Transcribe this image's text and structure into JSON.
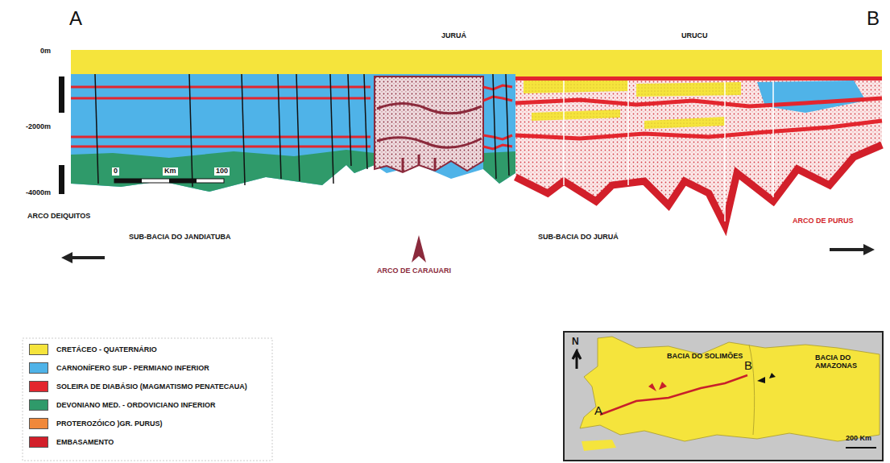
{
  "diagram": {
    "labels": [
      "A",
      "B",
      "0m",
      "-2000m",
      "-4000m",
      "JURUÁ",
      "URUCU",
      "0",
      "Km",
      "100",
      "ARCO DEIQUITOS",
      "ARCO DE CARAUARI",
      "ARCO DE PURUS",
      "SUB-BACIA DO JANDIATUBA",
      "SUB-BACIA DO JURUÁ",
      "N",
      "BACIA DO SOLIMÕES",
      "BACIA DO AMAZONAS",
      "A",
      "B",
      "200 Km"
    ],
    "legend": [
      {
        "text": "CRETÁCEO - QUATERNÁRIO",
        "color": "#f5e43c"
      },
      {
        "text": "CARNONÍFERO SUP - PERMIANO INFERIOR",
        "color": "#4fb3e8"
      },
      {
        "text": "SOLEIRA DE DIABÁSIO (MAGMATISMO PENATECAUA)",
        "color": "#e3262e"
      },
      {
        "text": "DEVONIANO MED. - ORDOVICIANO INFERIOR",
        "color": "#2f9a6a"
      },
      {
        "text": "PROTEROZÓICO )GR. PURUS)",
        "color": "#f0883a"
      },
      {
        "text": "EMBASAMENTO",
        "color": "#d21f2a"
      }
    ]
  }
}
